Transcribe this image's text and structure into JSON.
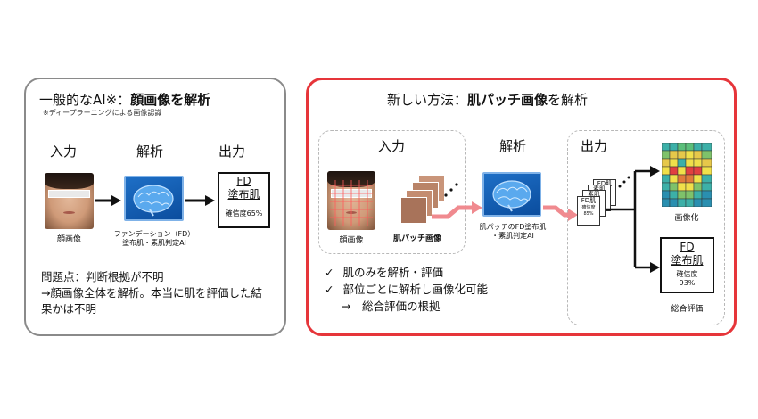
{
  "left": {
    "title_normal": "一般的なAI※：",
    "title_bold": "顔画像を解析",
    "note": "※ディープラーニングによる画像認識",
    "input_label": "入力",
    "analysis_label": "解析",
    "output_label": "出力",
    "face_caption": "顔画像",
    "ai_caption_line1": "ファンデーション（FD）",
    "ai_caption_line2": "塗布肌・素肌判定AI",
    "result_line1": "FD",
    "result_line2": "塗布肌",
    "result_confidence": "確信度65%",
    "problem_line1": "問題点：判断根拠が不明",
    "problem_line2": "→顔画像全体を解析。本当に肌を評価した結",
    "problem_line3": "果かは不明"
  },
  "right": {
    "title_normal1": "新しい方法：",
    "title_bold": "肌パッチ画像",
    "title_normal2": "を解析",
    "input_label": "入力",
    "analysis_label": "解析",
    "output_label": "出力",
    "face_caption": "顔画像",
    "patch_caption": "肌パッチ画像",
    "ai_caption_line1": "肌パッチのFD塗布肌",
    "ai_caption_line2": "・素肌判定AI",
    "stack_label_1": "FD肌",
    "stack_label_2": "素肌",
    "stack_label_3": "素肌",
    "stack_label_4": "FD肌",
    "stack_sub": "確信度",
    "stack_pct": "85%",
    "heatmap_caption": "画像化",
    "result_line1": "FD",
    "result_line2": "塗布肌",
    "result_conf_label": "確信度",
    "result_conf_value": "93%",
    "summary_caption": "総合評価",
    "check_line1": "肌のみを解析・評価",
    "check_line2": "部位ごとに解析し画像化可能",
    "check_line3": "→　総合評価の根拠",
    "check_mark": "✓"
  },
  "colors": {
    "left_border": "#8a8a8a",
    "right_border": "#e6353a",
    "pink_arrow": "#f08a8f",
    "brain_blue": "#1565c0"
  }
}
